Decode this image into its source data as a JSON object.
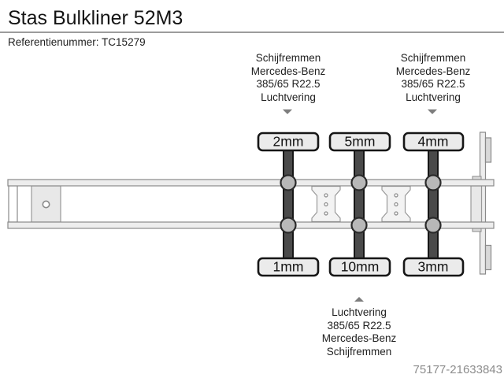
{
  "header": {
    "title": "Stas Bulkliner 52M3",
    "reference": "Referentienummer: TC15279"
  },
  "annotations": {
    "top_left": {
      "lines": [
        "Schijfremmen",
        "Mercedes-Benz",
        "385/65 R22.5",
        "Luchtvering"
      ]
    },
    "top_right": {
      "lines": [
        "Schijfremmen",
        "Mercedes-Benz",
        "385/65 R22.5",
        "Luchtvering"
      ]
    },
    "bottom": {
      "lines": [
        "Luchtvering",
        "385/65 R22.5",
        "Mercedes-Benz",
        "Schijfremmen"
      ]
    }
  },
  "diagram": {
    "axles": [
      {
        "top_label": "2mm",
        "bottom_label": "1mm"
      },
      {
        "top_label": "5mm",
        "bottom_label": "10mm"
      },
      {
        "top_label": "4mm",
        "bottom_label": "3mm"
      }
    ]
  },
  "watermark": "75177-21633843",
  "colors": {
    "axle_bar_fill": "#4a4a4a",
    "tread_label_fill": "#ebebeb",
    "bushing_fill": "#b8b8b8",
    "chassis_fill": "#ededed",
    "triangle": "#7d7d7d",
    "watermark_text": "#8c8c8c"
  }
}
